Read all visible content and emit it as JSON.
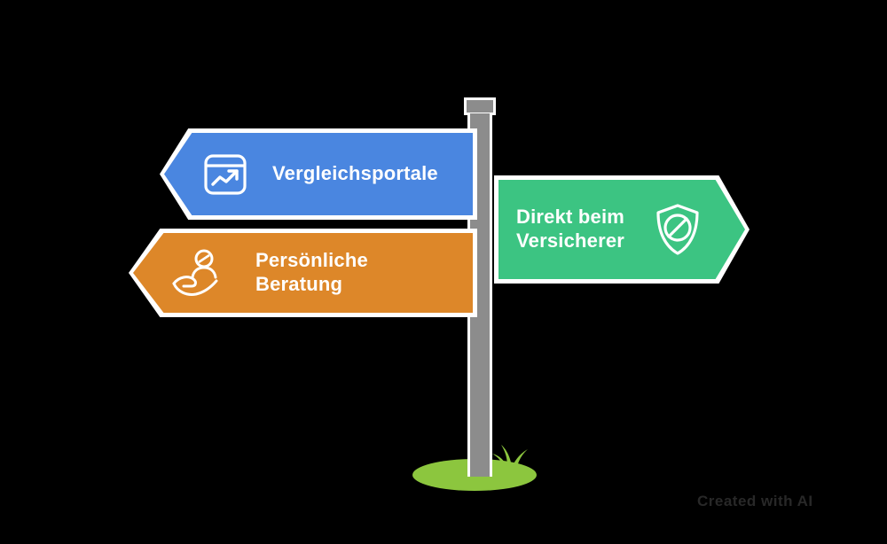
{
  "scene": {
    "title": "Wege zur Versicherung - Wegweiser",
    "background_color": "#000000",
    "ground_color": "#8cc63e",
    "post_color": "#8c8c8c",
    "post_outline_color": "#ffffff"
  },
  "signs": [
    {
      "id": "vergleichsportale",
      "label": "Vergleichsportale",
      "direction": "left",
      "color": "#4a86e0",
      "icon": "chart-window-icon",
      "icon_name": "browser-trending-chart-icon"
    },
    {
      "id": "beratung",
      "label": "Persönliche Beratung",
      "direction": "left",
      "color": "#dd8729",
      "icon": "hand-person-icon",
      "icon_name": "hand-holding-person-icon"
    },
    {
      "id": "versicherer",
      "label": "Direkt beim\nVersicherer",
      "direction": "right",
      "color": "#3cc482",
      "icon": "shield-icon",
      "icon_name": "shield-slash-icon"
    }
  ],
  "watermark": {
    "text": "Created with AI"
  }
}
